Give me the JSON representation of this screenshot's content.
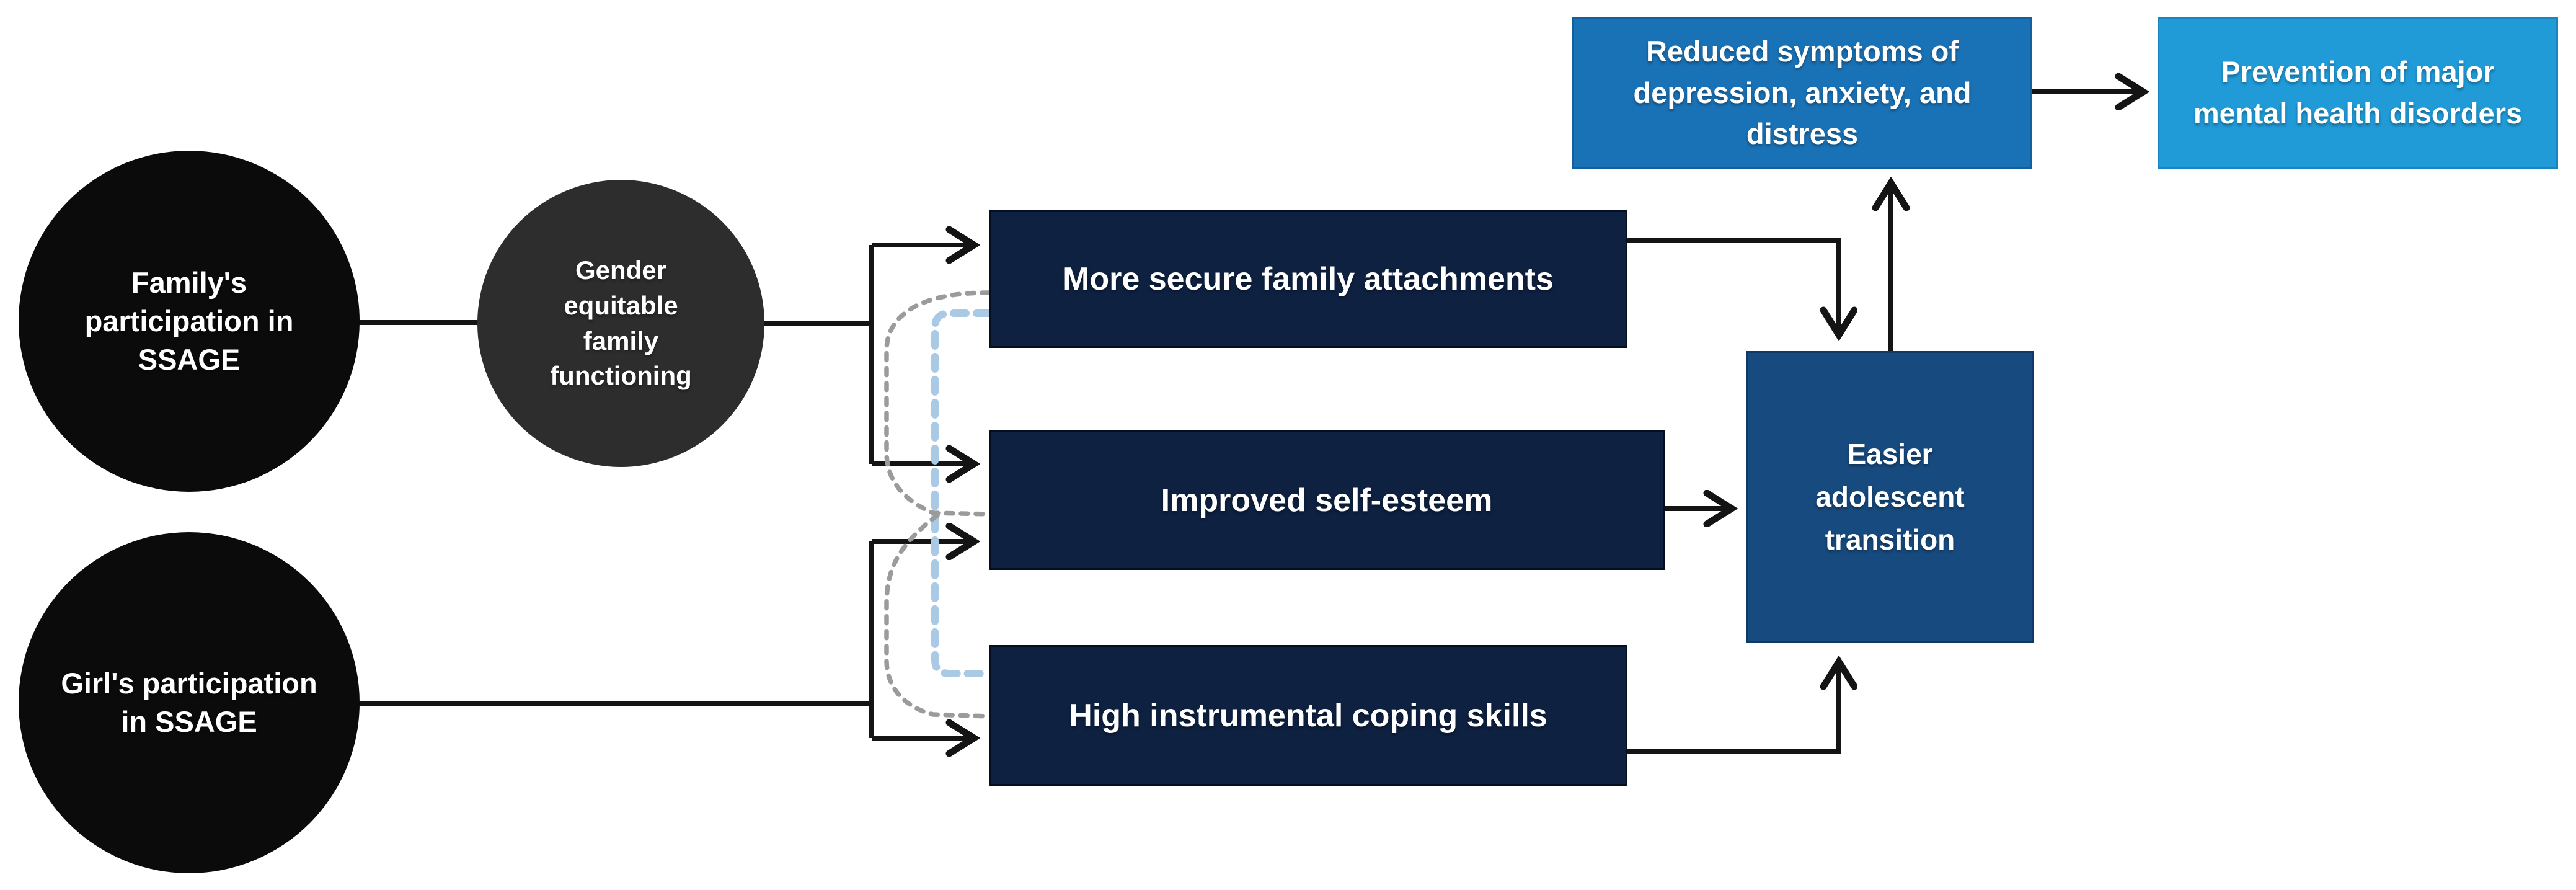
{
  "diagram": {
    "inputs": [
      {
        "id": "family",
        "label": "Family's participation in SSAGE"
      },
      {
        "id": "girl",
        "label": "Girl's participation in SSAGE"
      }
    ],
    "mediator": {
      "label": "Gender equitable family functioning"
    },
    "outcomes": [
      {
        "id": "attachments",
        "label": "More secure family attachments"
      },
      {
        "id": "selfesteem",
        "label": "Improved self-esteem"
      },
      {
        "id": "coping",
        "label": "High instrumental coping skills"
      }
    ],
    "intermediate_outcome": {
      "label": "Easier adolescent transition"
    },
    "distal_outcomes": [
      {
        "id": "reduced",
        "label": "Reduced symptoms of depression, anxiety, and distress"
      },
      {
        "id": "prevention",
        "label": "Prevention of major mental health disorders"
      }
    ]
  },
  "colors": {
    "background": "#ffffff",
    "input_circle": "#0b0b0b",
    "mediator_circle": "#2d2d2d",
    "outcome_box": "#0e2141",
    "outcome_box_border": "#060f22",
    "transition_box": "#174a7e",
    "transition_box_border": "#0f3a68",
    "reduced_box": "#1a72b6",
    "reduced_box_border": "#135e9c",
    "prevention_box": "#209bd8",
    "prevention_box_border": "#1786c0",
    "line": "#141414",
    "dash_gray": "#9b9b9b",
    "dash_blue": "#a9c9e5",
    "text": "#ffffff"
  }
}
